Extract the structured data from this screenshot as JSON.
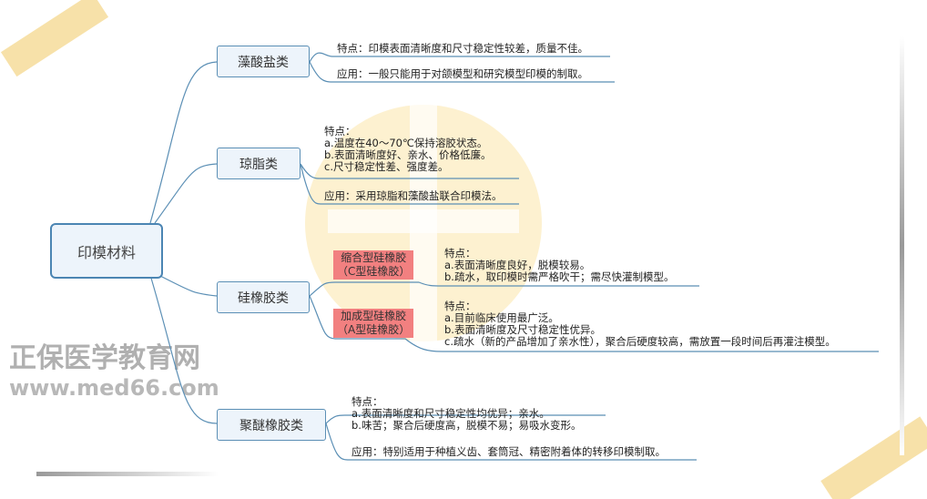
{
  "root": "印模材料",
  "branches": [
    {
      "label": "藻酸盐类",
      "notes": [
        "特点：印模表面清晰度和尺寸稳定性较差，质量不佳。",
        "应用：一般只能用于对颌模型和研究模型印模的制取。"
      ]
    },
    {
      "label": "琼脂类",
      "feature": [
        "特点：",
        "a.温度在40～70℃保持溶胶状态。",
        "b.表面清晰度好、亲水、价格低廉。",
        "c.尺寸稳定性差、强度差。"
      ],
      "application": "应用：采用琼脂和藻酸盐联合印模法。"
    },
    {
      "label": "硅橡胶类",
      "subtypes": [
        {
          "name": "缩合型硅橡胶",
          "alias": "（C型硅橡胶）",
          "feature": [
            "特点：",
            "a.表面清晰度良好，脱模较易。",
            "b.疏水，取印模时需严格吹干；需尽快灌制模型。"
          ]
        },
        {
          "name": "加成型硅橡胶",
          "alias": "（A型硅橡胶）",
          "feature": [
            "特点：",
            "a.目前临床使用最广泛。",
            "b.表面清晰度及尺寸稳定性优异。",
            "c.疏水（新的产品增加了亲水性），聚合后硬度较高，需放置一段时间后再灌注模型。"
          ]
        }
      ]
    },
    {
      "label": "聚醚橡胶类",
      "feature": [
        "特点：",
        "a.表面清晰度和尺寸稳定性均优异；亲水。",
        "b.味苦；聚合后硬度高，脱模不易；易吸水变形。"
      ],
      "application": "应用：特别适用于种植义齿、套筒冠、精密附着体的转移印模制取。"
    }
  ],
  "watermark": {
    "cn": "正保医学教育网",
    "url": "www.med66.com"
  },
  "colors": {
    "line": "#5b8fb5",
    "node_bg": "#edf4fb",
    "highlight": "#f28080"
  }
}
